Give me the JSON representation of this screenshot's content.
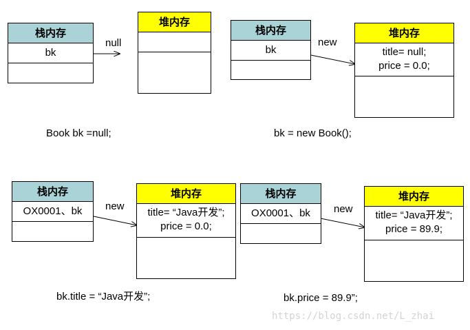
{
  "panel1": {
    "stack_title": "栈内存",
    "stack_var": "bk",
    "heap_title": "堆内存",
    "arrow_label": "null",
    "caption": "Book bk =null;"
  },
  "panel2": {
    "stack_title": "栈内存",
    "stack_var": "bk",
    "heap_title": "堆内存",
    "heap_line1": "title= null;",
    "heap_line2": "price = 0.0;",
    "arrow_label": "new",
    "caption": "bk = new Book();"
  },
  "panel3": {
    "stack_title": "栈内存",
    "stack_var": "OX0001、bk",
    "heap_title": "堆内存",
    "heap_line1": "title= “Java开发”;",
    "heap_line2": "price = 0.0;",
    "arrow_label": "new",
    "caption": "bk.title = “Java开发”;"
  },
  "panel4": {
    "stack_title": "栈内存",
    "stack_var": "OX0001、bk",
    "heap_title": "堆内存",
    "heap_line1": "title= “Java开发”;",
    "heap_line2": "price = 89.9;",
    "arrow_label": "new",
    "caption": "bk.price = 89.9”;"
  },
  "watermark": "https://blog.csdn.net/L_zhai",
  "colors": {
    "stack_header": "#a9d3d6",
    "heap_header": "#ffff00"
  }
}
